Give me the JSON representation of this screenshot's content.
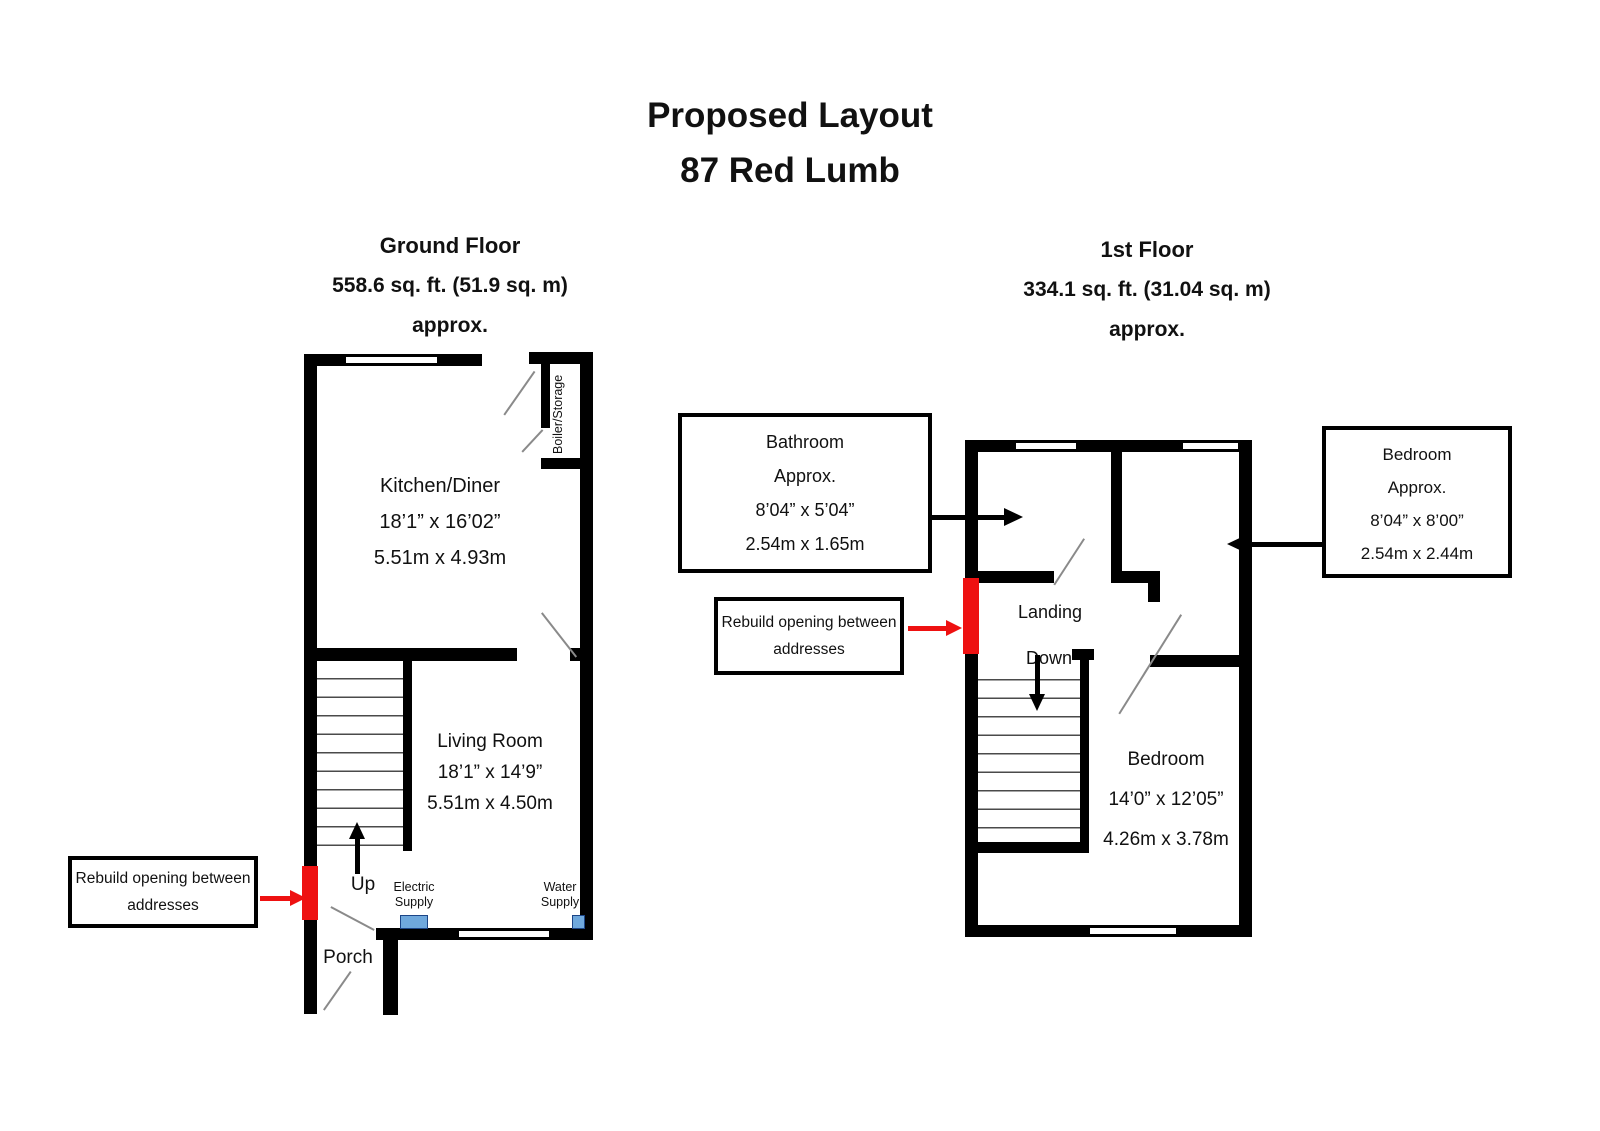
{
  "title": {
    "line1": "Proposed Layout",
    "line2": "87 Red Lumb"
  },
  "ground_floor": {
    "header": {
      "name": "Ground Floor",
      "area": "558.6 sq. ft. (51.9 sq. m)",
      "approx": "approx."
    },
    "kitchen": {
      "name": "Kitchen/Diner",
      "imperial": "18’1” x 16’02”",
      "metric": "5.51m x 4.93m"
    },
    "living": {
      "name": "Living Room",
      "imperial": "18’1” x 14’9”",
      "metric": "5.51m x 4.50m"
    },
    "boiler": "Boiler/Storage",
    "porch": "Porch",
    "up": "Up",
    "electric": "Electric Supply",
    "water": "Water Supply",
    "rebuild_note": "Rebuild opening between addresses"
  },
  "first_floor": {
    "header": {
      "name": "1st Floor",
      "area": "334.1 sq. ft. (31.04 sq. m)",
      "approx": "approx."
    },
    "bathroom_callout": {
      "name": "Bathroom",
      "approx": "Approx.",
      "imperial": "8’04” x 5’04”",
      "metric": "2.54m x 1.65m"
    },
    "bedroom_callout": {
      "name": "Bedroom",
      "approx": "Approx.",
      "imperial": "8’04” x 8’00”",
      "metric": "2.54m x 2.44m"
    },
    "bedroom": {
      "name": "Bedroom",
      "imperial": "14’0” x 12’05”",
      "metric": "4.26m x 3.78m"
    },
    "landing": "Landing",
    "down": "Down",
    "rebuild_note": "Rebuild opening between addresses"
  },
  "colors": {
    "wall": "#000000",
    "opening_highlight": "#ee1111",
    "supply_box": "#6fa8dc",
    "door_swing": "#8a8a8a"
  }
}
